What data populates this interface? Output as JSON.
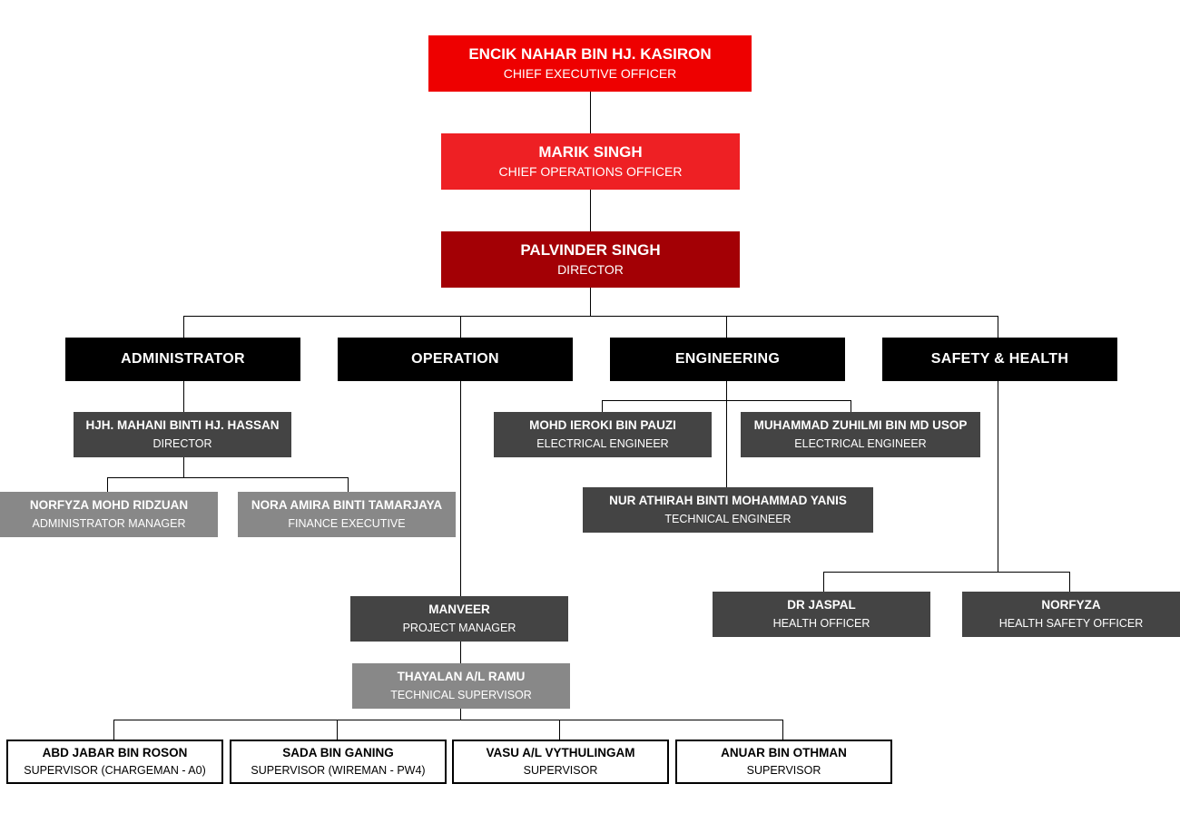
{
  "ceo": {
    "name": "ENCIK NAHAR BIN HJ. KASIRON",
    "role": "CHIEF EXECUTIVE OFFICER"
  },
  "coo": {
    "name": "MARIK SINGH",
    "role": "CHIEF OPERATIONS OFFICER"
  },
  "director": {
    "name": "PALVINDER SINGH",
    "role": "DIRECTOR"
  },
  "departments": {
    "administrator": "ADMINISTRATOR",
    "operation": "OPERATION",
    "engineering": "ENGINEERING",
    "safety_health": "SAFETY & HEALTH"
  },
  "admin": {
    "director": {
      "name": "HJH. MAHANI BINTI HJ. HASSAN",
      "role": "DIRECTOR"
    },
    "admin_manager": {
      "name": "NORFYZA MOHD RIDZUAN",
      "role": "ADMINISTRATOR MANAGER"
    },
    "finance_exec": {
      "name": "NORA AMIRA BINTI TAMARJAYA",
      "role": "FINANCE EXECUTIVE"
    }
  },
  "operation": {
    "project_manager": {
      "name": "MANVEER",
      "role": "PROJECT MANAGER"
    },
    "tech_supervisor": {
      "name": "THAYALAN A/L RAMU",
      "role": "TECHNICAL SUPERVISOR"
    },
    "supervisors": [
      {
        "name": "ABD JABAR BIN ROSON",
        "role": "SUPERVISOR (CHARGEMAN - A0)"
      },
      {
        "name": "SADA BIN GANING",
        "role": "SUPERVISOR (WIREMAN - PW4)"
      },
      {
        "name": "VASU A/L VYTHULINGAM",
        "role": "SUPERVISOR"
      },
      {
        "name": "ANUAR BIN OTHMAN",
        "role": "SUPERVISOR"
      }
    ]
  },
  "engineering": {
    "elec1": {
      "name": "MOHD IEROKI BIN PAUZI",
      "role": "ELECTRICAL ENGINEER"
    },
    "elec2": {
      "name": "MUHAMMAD ZUHILMI BIN MD USOP",
      "role": "ELECTRICAL ENGINEER"
    },
    "tech": {
      "name": "NUR ATHIRAH BINTI MOHAMMAD YANIS",
      "role": "TECHNICAL ENGINEER"
    }
  },
  "safety": {
    "health_officer": {
      "name": "DR JASPAL",
      "role": "HEALTH OFFICER"
    },
    "hs_officer": {
      "name": "NORFYZA",
      "role": "HEALTH SAFETY OFFICER"
    }
  }
}
